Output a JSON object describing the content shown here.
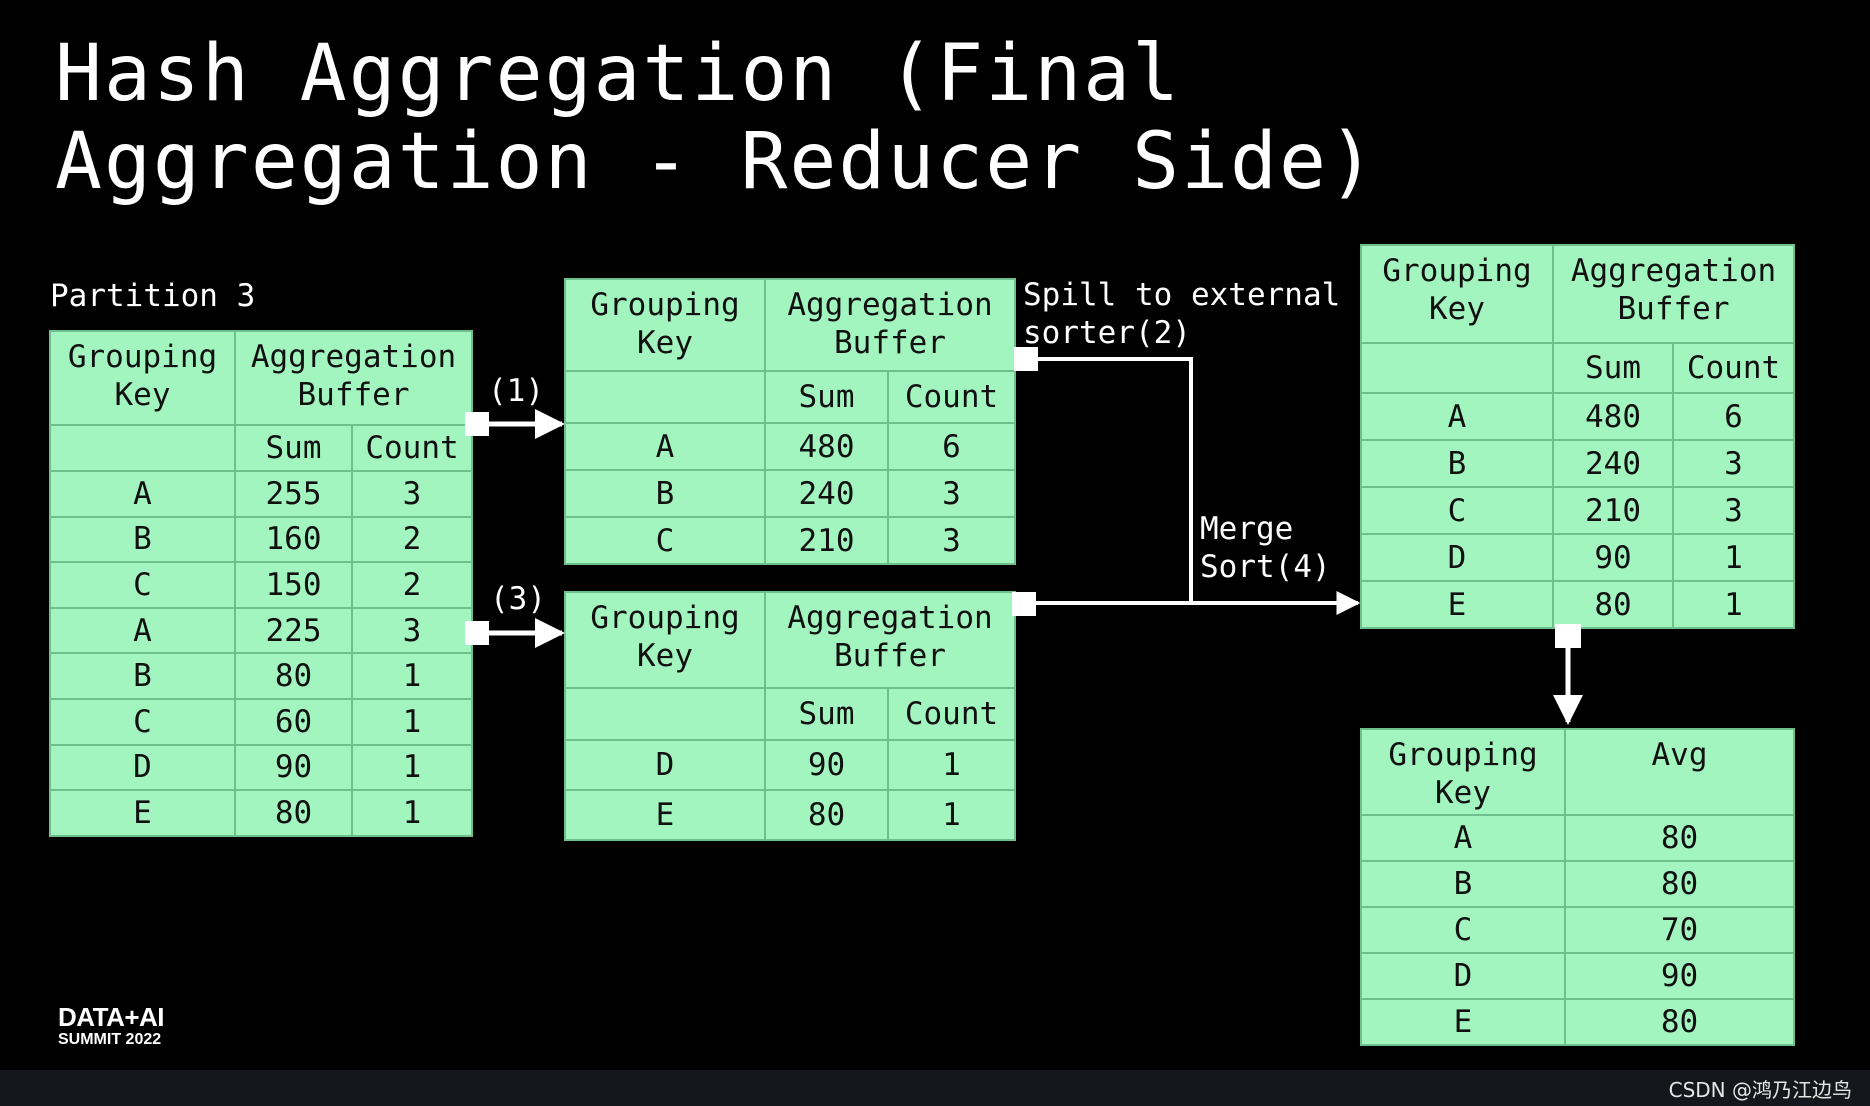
{
  "title": {
    "line1": "Hash Aggregation (Final",
    "line2": "Aggregation - Reducer Side)"
  },
  "partition_label": "Partition 3",
  "step_labels": {
    "step1": "(1)",
    "step3": "(3)",
    "spill_line1": "Spill to external",
    "spill_line2": "sorter(2)",
    "merge_line1": "Merge",
    "merge_line2": "Sort(4)"
  },
  "headers": {
    "grouping_l1": "Grouping",
    "grouping_l2": "Key",
    "agg_l1": "Aggregation",
    "agg_l2": "Buffer",
    "sum": "Sum",
    "count": "Count",
    "avg": "Avg"
  },
  "tables": {
    "partition": [
      [
        "A",
        "255",
        "3"
      ],
      [
        "B",
        "160",
        "2"
      ],
      [
        "C",
        "150",
        "2"
      ],
      [
        "A",
        "225",
        "3"
      ],
      [
        "B",
        "80",
        "1"
      ],
      [
        "C",
        "60",
        "1"
      ],
      [
        "D",
        "90",
        "1"
      ],
      [
        "E",
        "80",
        "1"
      ]
    ],
    "buffer1": [
      [
        "A",
        "480",
        "6"
      ],
      [
        "B",
        "240",
        "3"
      ],
      [
        "C",
        "210",
        "3"
      ]
    ],
    "buffer2": [
      [
        "D",
        "90",
        "1"
      ],
      [
        "E",
        "80",
        "1"
      ]
    ],
    "merged": [
      [
        "A",
        "480",
        "6"
      ],
      [
        "B",
        "240",
        "3"
      ],
      [
        "C",
        "210",
        "3"
      ],
      [
        "D",
        "90",
        "1"
      ],
      [
        "E",
        "80",
        "1"
      ]
    ],
    "avg": [
      [
        "A",
        "80"
      ],
      [
        "B",
        "80"
      ],
      [
        "C",
        "70"
      ],
      [
        "D",
        "90"
      ],
      [
        "E",
        "80"
      ]
    ]
  },
  "logo": {
    "line1": "DATA+AI",
    "line2": "SUMMIT 2022"
  },
  "watermark": "CSDN @鸿乃江边鸟",
  "colors": {
    "background": "#000000",
    "table_fill": "#a3f5c0",
    "table_border": "#6fbf8c",
    "arrow": "#ffffff"
  }
}
